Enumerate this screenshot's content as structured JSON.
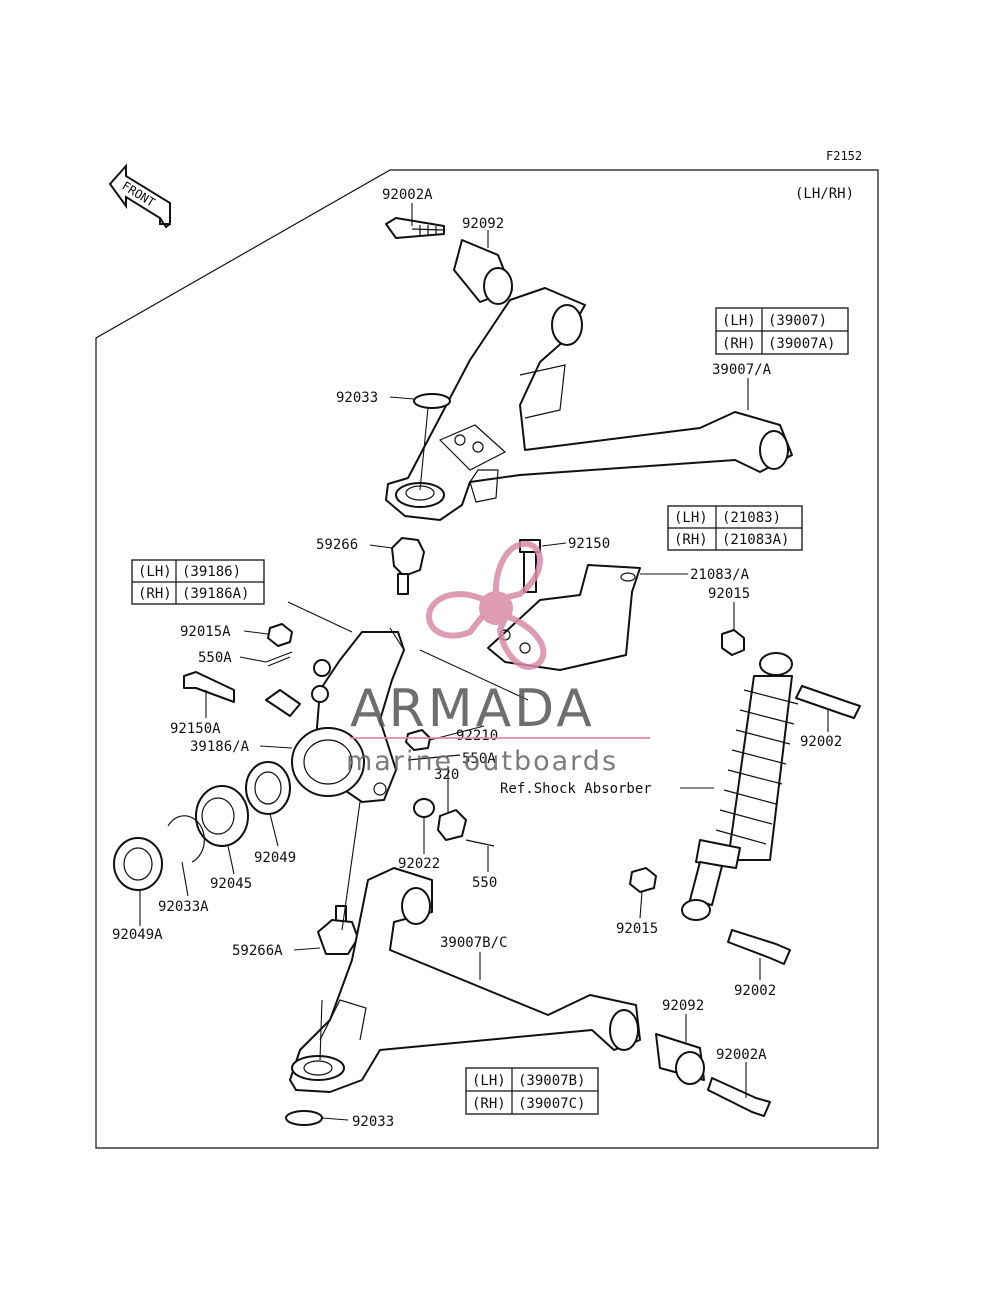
{
  "diagram": {
    "code": "F2152",
    "side_note": "(LH/RH)",
    "front_label": "FRONT",
    "tables": [
      {
        "rows": [
          {
            "side": "(LH)",
            "part": "(39007)"
          },
          {
            "side": "(RH)",
            "part": "(39007A)"
          }
        ]
      },
      {
        "rows": [
          {
            "side": "(LH)",
            "part": "(21083)"
          },
          {
            "side": "(RH)",
            "part": "(21083A)"
          }
        ]
      },
      {
        "rows": [
          {
            "side": "(LH)",
            "part": "(39186)"
          },
          {
            "side": "(RH)",
            "part": "(39186A)"
          }
        ]
      },
      {
        "rows": [
          {
            "side": "(LH)",
            "part": "(39007B)"
          },
          {
            "side": "(RH)",
            "part": "(39007C)"
          }
        ]
      }
    ],
    "parts": {
      "p92002A_top": "92002A",
      "p92092_top": "92092",
      "p39007A": "39007/A",
      "p92033_top": "92033",
      "p59266": "59266",
      "p92150": "92150",
      "p21083A": "21083/A",
      "p92015_right": "92015",
      "p92015A": "92015A",
      "p550A_left": "550A",
      "p92150A": "92150A",
      "p39186A": "39186/A",
      "p92210": "92210",
      "p550A_mid": "550A",
      "p320": "320",
      "p92002_right": "92002",
      "ref_shock": "Ref.Shock Absorber",
      "p92049": "92049",
      "p92045": "92045",
      "p92033A": "92033A",
      "p92049A": "92049A",
      "p92022": "92022",
      "p550": "550",
      "p92015_low": "92015",
      "p59266A": "59266A",
      "p39007BC": "39007B/C",
      "p92002_low": "92002",
      "p92092_low": "92092",
      "p92002A_low": "92002A",
      "p92033_low": "92033"
    }
  },
  "watermark": {
    "title": "ARMADA",
    "subtitle": "marine outboards",
    "color": "#d98aa8"
  }
}
